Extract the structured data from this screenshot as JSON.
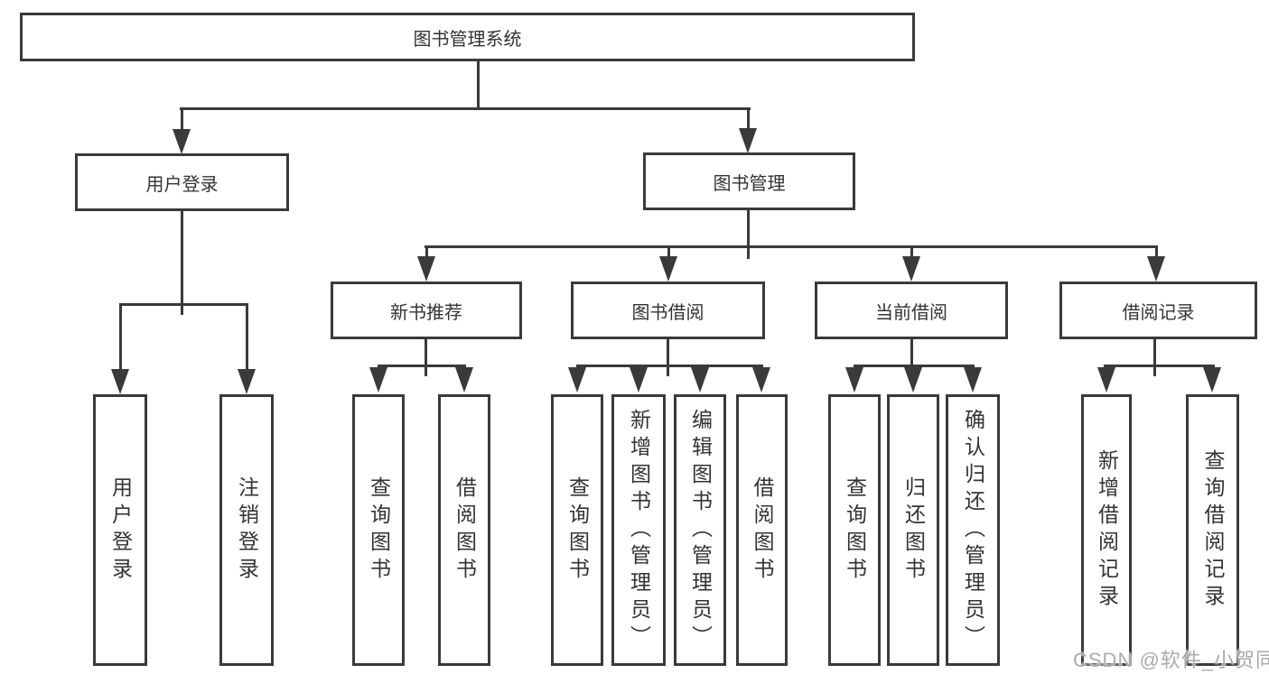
{
  "diagram": {
    "title_node": "图书管理系统",
    "nodes": {
      "root": "图书管理系统",
      "userLogin": "用户登录",
      "bookMgmt": "图书管理",
      "newBookRec": "新书推荐",
      "bookBorrow": "图书借阅",
      "currentBorrow": "当前借阅",
      "borrowRecord": "借阅记录",
      "leafUserLogin": "用户登录",
      "leafLogout": "注销登录",
      "nbQuery": "查询图书",
      "nbBorrow": "借阅图书",
      "bbQuery": "查询图书",
      "bbAdd": "新增图书（管理员）",
      "bbEdit": "编辑图书（管理员）",
      "bbBorrow": "借阅图书",
      "cbQuery": "查询图书",
      "cbReturn": "归还图书",
      "cbConfirm": "确认归还（管理员）",
      "brAdd": "新增借阅记录",
      "brQuery": "查询借阅记录"
    },
    "edges": [
      [
        "图书管理系统",
        "用户登录"
      ],
      [
        "图书管理系统",
        "图书管理"
      ],
      [
        "用户登录",
        "用户登录"
      ],
      [
        "用户登录",
        "注销登录"
      ],
      [
        "图书管理",
        "新书推荐"
      ],
      [
        "图书管理",
        "图书借阅"
      ],
      [
        "图书管理",
        "当前借阅"
      ],
      [
        "图书管理",
        "借阅记录"
      ],
      [
        "新书推荐",
        "查询图书"
      ],
      [
        "新书推荐",
        "借阅图书"
      ],
      [
        "图书借阅",
        "查询图书"
      ],
      [
        "图书借阅",
        "新增图书（管理员）"
      ],
      [
        "图书借阅",
        "编辑图书（管理员）"
      ],
      [
        "图书借阅",
        "借阅图书"
      ],
      [
        "当前借阅",
        "查询图书"
      ],
      [
        "当前借阅",
        "归还图书"
      ],
      [
        "当前借阅",
        "确认归还（管理员）"
      ],
      [
        "借阅记录",
        "新增借阅记录"
      ],
      [
        "借阅记录",
        "查询借阅记录"
      ]
    ]
  },
  "watermark": {
    "text": "CSDN @软件_小贺同学"
  },
  "colors": {
    "line": "#3a3a3a",
    "text": "#333333",
    "background": "#ffffff",
    "watermark": "#ababab"
  }
}
